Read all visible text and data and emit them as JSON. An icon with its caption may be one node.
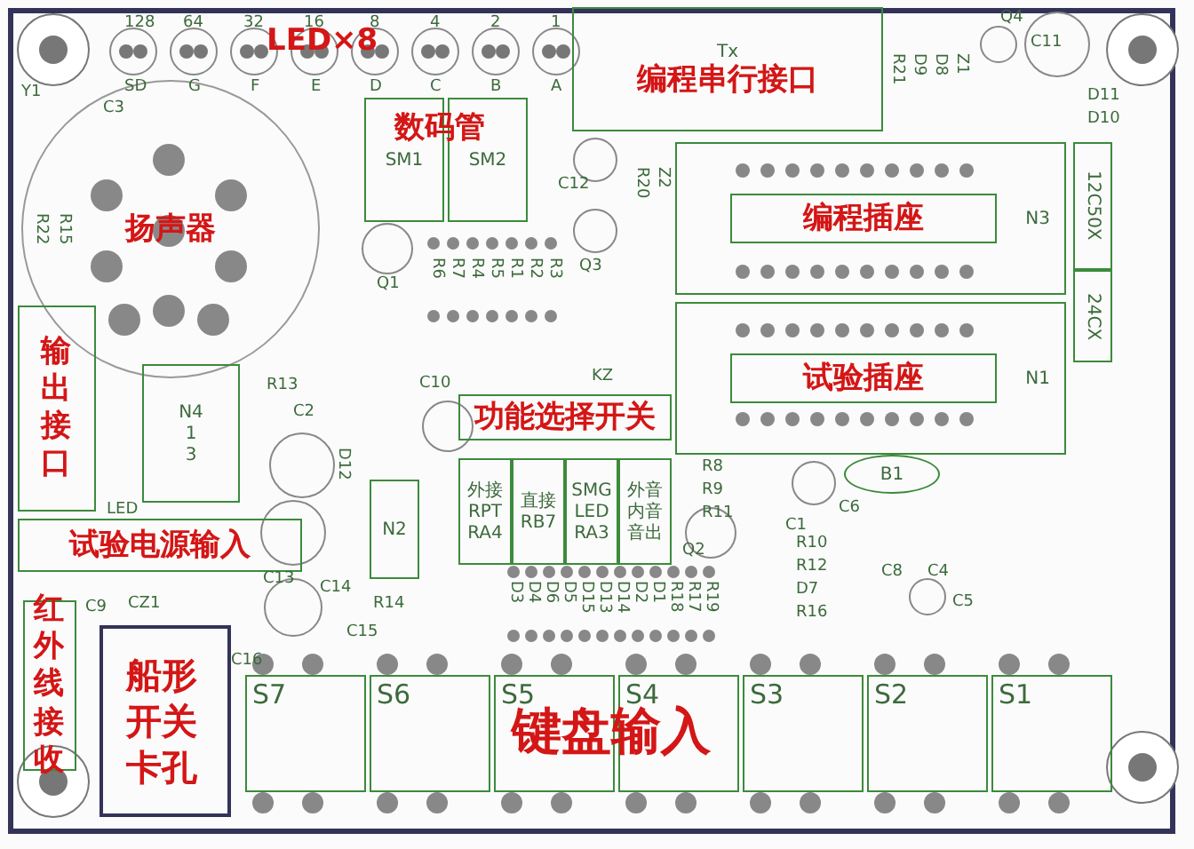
{
  "diagram": {
    "nodes": [
      {
        "text": [
          "Tx",
          "编程串行接口"
        ]
      },
      {
        "text": [
          "SM1"
        ]
      },
      {
        "text": [
          "SM2"
        ]
      },
      {
        "text": [
          "扬声器"
        ]
      },
      {
        "text": [
          "N3"
        ]
      },
      {
        "text": [
          "编程插座"
        ],
        "in": 4
      },
      {
        "text": [
          "12C50X"
        ]
      },
      {
        "text": [
          "24CX"
        ]
      },
      {
        "text": [
          "N1"
        ]
      },
      {
        "text": [
          "试验插座"
        ],
        "in": 8
      },
      {
        "text": [
          "输出接口"
        ]
      },
      {
        "text": [
          "N4",
          "1",
          "3"
        ]
      },
      {
        "text": [
          "功能选择开关"
        ]
      },
      {
        "text": [
          "外接",
          "RPT",
          "RA4"
        ]
      },
      {
        "text": [
          "直接",
          "RB7"
        ]
      },
      {
        "text": [
          "SMG",
          "LED",
          "RA3"
        ]
      },
      {
        "text": [
          "外音",
          "内音",
          "音出"
        ]
      },
      {
        "text": [
          "N2"
        ]
      },
      {
        "text": [
          "试验电源输入"
        ]
      },
      {
        "text": [
          "红外线接收"
        ]
      },
      {
        "text": [
          "船形开关卡孔"
        ]
      },
      {
        "text": [
          "S7"
        ]
      },
      {
        "text": [
          "S6"
        ]
      },
      {
        "text": [
          "S5"
        ]
      },
      {
        "text": [
          "S4"
        ]
      },
      {
        "text": [
          "S3"
        ]
      },
      {
        "text": [
          "S2"
        ]
      },
      {
        "text": [
          "S1"
        ]
      },
      {
        "text": [
          "B1"
        ]
      }
    ],
    "edges": [],
    "labels": [
      "128",
      "64",
      "32",
      "16",
      "8",
      "4",
      "2",
      "1",
      "LED×8",
      "SD",
      "G",
      "F",
      "E",
      "D",
      "C",
      "B",
      "A",
      "Y1",
      "C3",
      "数码管",
      "Q4",
      "C11",
      "R21",
      "D9",
      "D8",
      "Z1",
      "D11",
      "D10",
      "R22",
      "R15",
      "C12",
      "R20",
      "Z2",
      "Q1",
      "R6",
      "R7",
      "R4",
      "R5",
      "R1",
      "R2",
      "R3",
      "Q3",
      "KZ",
      "R13",
      "C10",
      "C2",
      "D12",
      "R8",
      "R9",
      "R11",
      "C6",
      "Q2",
      "C1",
      "LED",
      "R10",
      "R12",
      "D7",
      "C8",
      "C4",
      "C13",
      "C14",
      "C9",
      "CZ1",
      "R14",
      "R16",
      "C5",
      "D3",
      "D4",
      "D6",
      "D5",
      "D15",
      "D13",
      "D14",
      "D2",
      "D1",
      "R18",
      "R17",
      "R19",
      "C15",
      "C16",
      "键盘输入"
    ]
  }
}
